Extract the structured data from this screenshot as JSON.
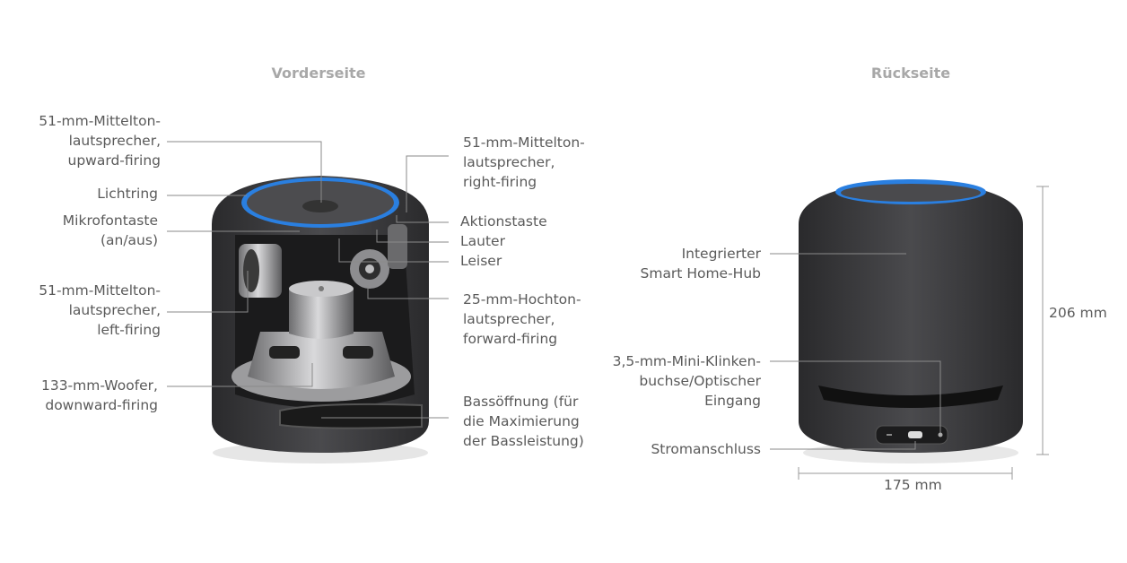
{
  "front": {
    "heading": "Vorderseite",
    "labels": {
      "mid_up": "51-mm-Mittelton-\nlautsprecher,\nupward-firing",
      "lichtring": "Lichtring",
      "mikro": "Mikrofontaste\n(an/aus)",
      "mid_left": "51-mm-Mittelton-\nlautsprecher,\nleft-firing",
      "woofer": "133-mm-Woofer,\ndownward-firing",
      "mid_right": "51-mm-Mittelton-\nlautsprecher,\nright-firing",
      "aktion": "Aktionstaste",
      "lauter": "Lauter",
      "leiser": "Leiser",
      "tweeter": "25-mm-Hochton-\nlautsprecher,\nforward-firing",
      "bass": "Bassöffnung (für\ndie Maximierung\nder Bassleistung)"
    }
  },
  "back": {
    "heading": "Rückseite",
    "labels": {
      "hub": "Integrierter\nSmart Home-Hub",
      "klinke": "3,5-mm-Mini-Klinken-\nbuchse/Optischer\nEingang",
      "strom": "Stromanschluss"
    },
    "dimensions": {
      "height": "206 mm",
      "width": "175 mm"
    }
  },
  "colors": {
    "ring": "#2a7fe0",
    "ring_glow": "#4fd0ff",
    "fabric": "#3a3a3c",
    "leader": "#8a8a8a"
  }
}
